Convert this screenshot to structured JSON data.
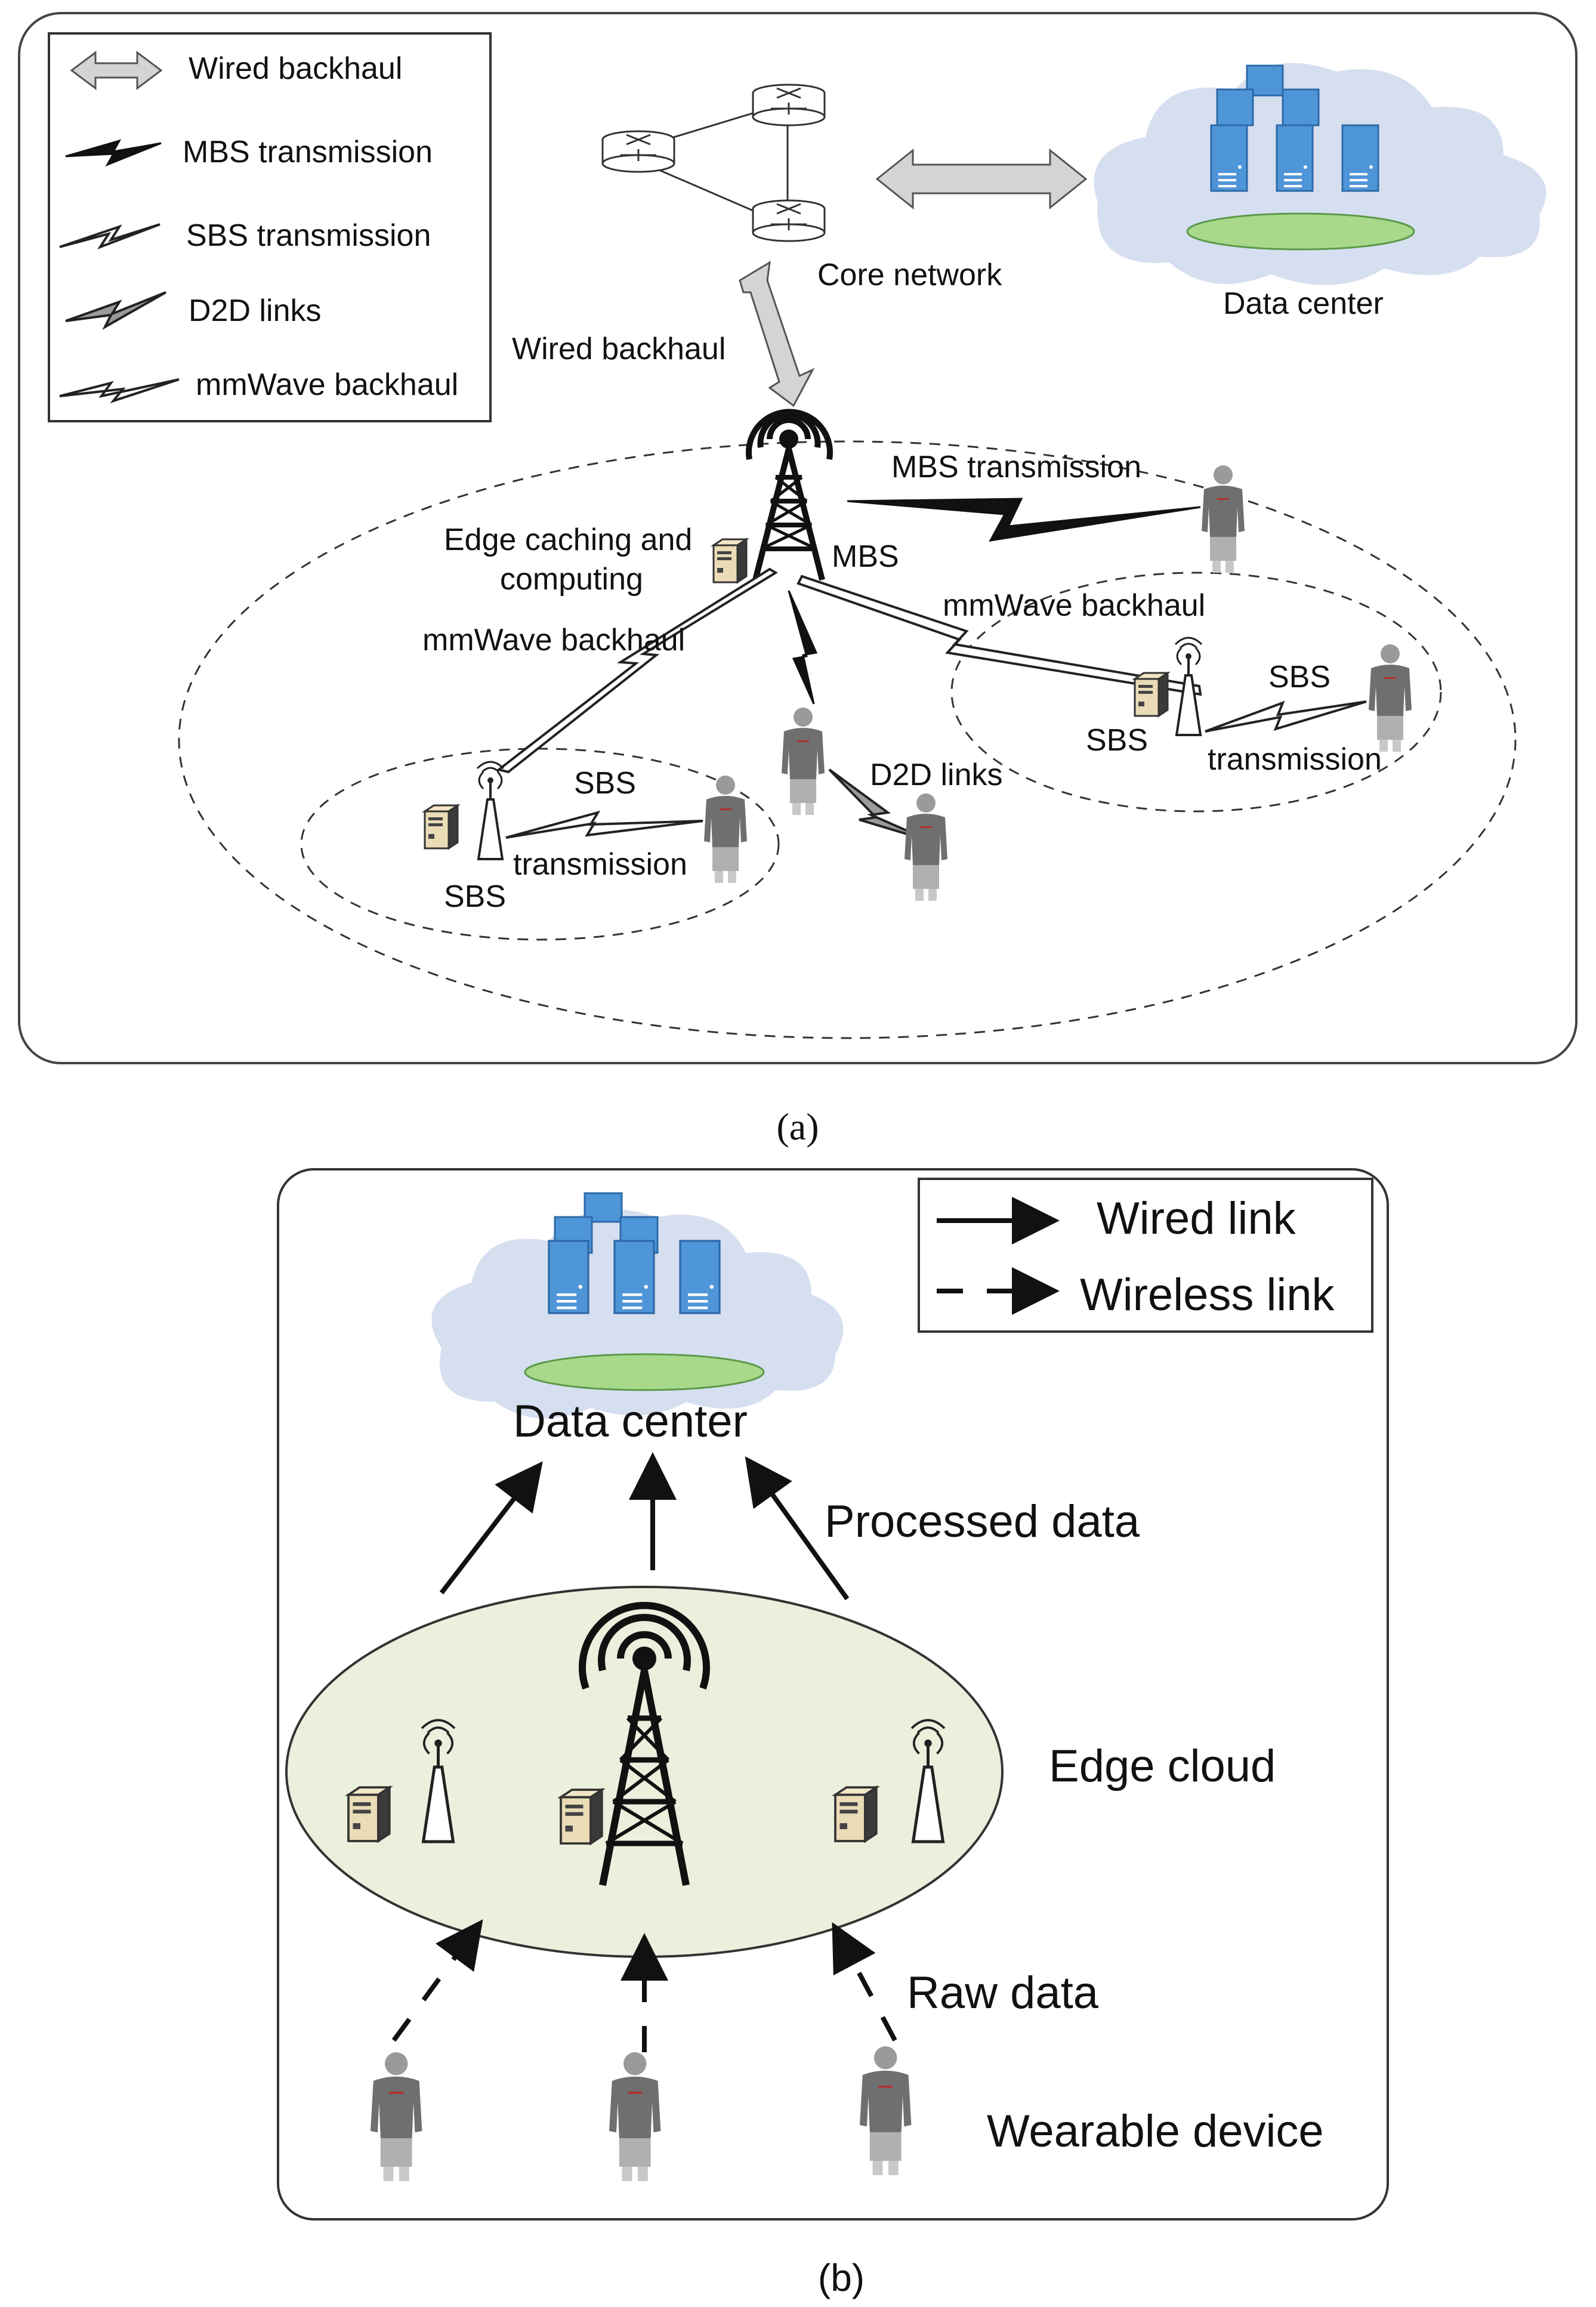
{
  "panel_a": {
    "legend": {
      "wired_backhaul": "Wired backhaul",
      "mbs_transmission": "MBS transmission",
      "sbs_transmission": "SBS transmission",
      "d2d_links": "D2D links",
      "mmwave_backhaul": "mmWave backhaul"
    },
    "labels": {
      "core_network": "Core network",
      "data_center": "Data center",
      "wired_backhaul": "Wired backhaul",
      "mbs_transmission": "MBS transmission",
      "edge_caching_line1": "Edge caching and",
      "edge_caching_line2": "computing",
      "mbs": "MBS",
      "mmwave_left": "mmWave backhaul",
      "mmwave_right": "mmWave backhaul",
      "sbs_left_a": "SBS",
      "sbs_left_b": "transmission",
      "sbs_left_node": "SBS",
      "d2d_links": "D2D links",
      "sbs_right_a": "SBS",
      "sbs_right_b": "transmission",
      "sbs_right_node": "SBS"
    },
    "caption": "(a)"
  },
  "panel_b": {
    "legend": {
      "wired_link": "Wired link",
      "wireless_link": "Wireless link"
    },
    "labels": {
      "data_center": "Data center",
      "processed_data": "Processed data",
      "edge_cloud": "Edge cloud",
      "raw_data": "Raw data",
      "wearable_device": "Wearable device"
    },
    "caption": "(b)"
  },
  "colors": {
    "cloud": "#d6dff0",
    "server": "#4f96d8",
    "server_base": "#a8d98a",
    "edge_cloud_fill": "#eaf0dc",
    "person": "#7a7a7a",
    "arrow_gray": "#cfcfcf"
  }
}
